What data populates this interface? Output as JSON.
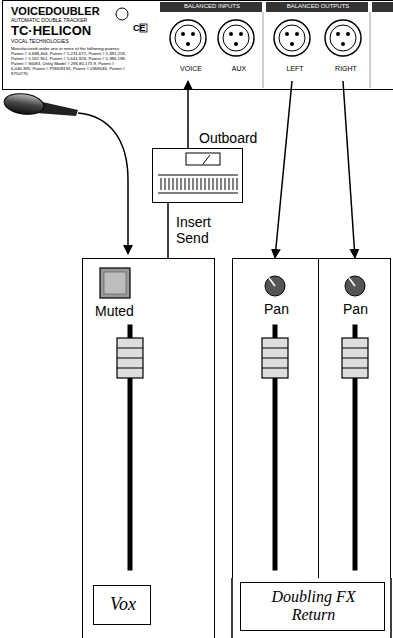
{
  "diagram": {
    "nodes": [
      {
        "text": [
          "VOICEDOUBLER",
          "AUTOMATIC DOUBLE TRACKER",
          "TC·HELICON",
          "VOCAL TECHNOLOGIES",
          "Manufactured under one or more of the following patents: Patent # 4,688,464, Patent # 5,231,671, Patent # 5,381,259, Patent # 5,567,901, Patent # 5,641,926, Patent # 5,986,198, Patent # 94083, Utility Model # 296,80,173.9, Patent # 6,046,395, Patent # PI9608193, Patent # 0368046, Patent # 8750776.",
          "CE",
          "BALANCED INPUTS",
          "BALANCED OUTPUTS"
        ]
      },
      {
        "text": [
          "VOICE"
        ],
        "in": 0
      },
      {
        "text": [
          "AUX"
        ],
        "in": 0
      },
      {
        "text": [
          "LEFT"
        ],
        "in": 0
      },
      {
        "text": [
          "RIGHT"
        ],
        "in": 0
      },
      {
        "text": [
          "Outboard"
        ]
      },
      {
        "text": [
          "Muted"
        ]
      },
      {
        "text": [
          "Vox"
        ],
        "in": 6
      },
      {
        "text": [
          "Pan"
        ]
      },
      {
        "text": [
          "Pan"
        ]
      },
      {
        "text": [
          "Doubling FX Return"
        ]
      }
    ],
    "edges": [
      {
        "from": 6,
        "to": 5,
        "arrow": "none",
        "label": "Insert Send"
      },
      {
        "from": 5,
        "to": 1,
        "arrow": "to"
      },
      {
        "from": 3,
        "to": 8,
        "arrow": "to"
      },
      {
        "from": 4,
        "to": 9,
        "arrow": "to"
      }
    ]
  }
}
